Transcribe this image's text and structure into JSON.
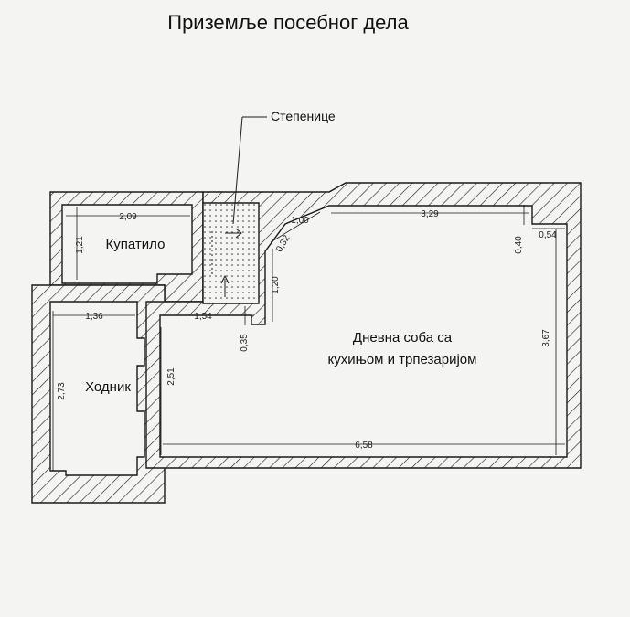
{
  "title": "Приземље посебног дела",
  "labels": {
    "stairs": "Степенице",
    "bathroom": "Купатило",
    "hallway": "Ходник",
    "living_line1": "Дневна соба са",
    "living_line2": "кухињом и трпезаријом"
  },
  "dimensions": {
    "bath_width": "2,09",
    "bath_height": "1,21",
    "hall_width": "1,36",
    "hall_height": "2,73",
    "entry_width": "1,54",
    "entry_depth": "0,35",
    "stair_wall": "1,20",
    "diag_wall": "1,00",
    "diag_small": "0,32",
    "top_wall": "3,29",
    "corner_height": "0,40",
    "corner_width": "0,54",
    "living_height_left": "2,51",
    "living_height_right": "3,67",
    "living_width": "6,58"
  },
  "colors": {
    "line": "#1a1a1a",
    "paper": "#f4f4f2"
  }
}
